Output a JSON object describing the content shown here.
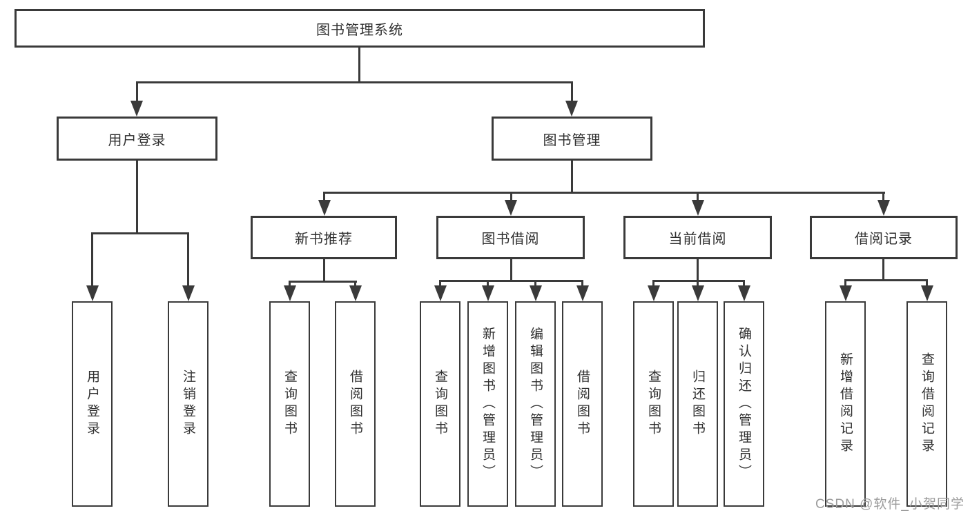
{
  "tree": {
    "root": "图书管理系统",
    "branches": [
      {
        "label": "用户登录",
        "leaves": [
          "用户登录",
          "注销登录"
        ]
      },
      {
        "label": "图书管理",
        "children": [
          {
            "label": "新书推荐",
            "leaves": [
              "查询图书",
              "借阅图书"
            ]
          },
          {
            "label": "图书借阅",
            "leaves": [
              "查询图书",
              "新增图书（管理员）",
              "编辑图书（管理员）",
              "借阅图书"
            ]
          },
          {
            "label": "当前借阅",
            "leaves": [
              "查询图书",
              "归还图书",
              "确认归还（管理员）"
            ]
          },
          {
            "label": "借阅记录",
            "leaves": [
              "新增借阅记录",
              "查询借阅记录"
            ]
          }
        ]
      }
    ]
  },
  "watermark": {
    "text": "CSDN @软件_小贺同学"
  },
  "colors": {
    "line": "#3a3a3a",
    "box_border": "#3a3a3a",
    "text": "#2f2f2f",
    "background": "#ffffff",
    "watermark": "#9c9c9c"
  }
}
